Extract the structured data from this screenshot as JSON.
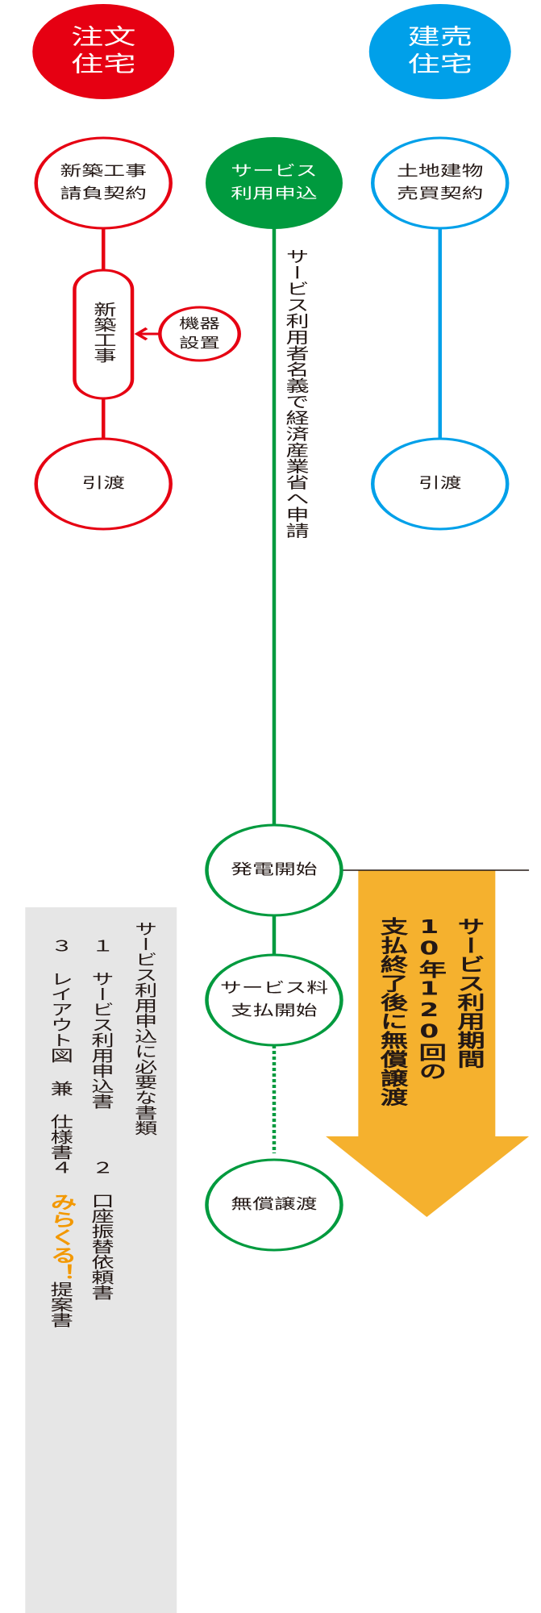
{
  "colors": {
    "red": "#E60012",
    "blue": "#00A0E9",
    "green": "#009A3E",
    "orange": "#F5B12E",
    "gray": "#E6E6E6",
    "mirakuru": "#F39800"
  },
  "headers": {
    "custom_line1": "注文",
    "custom_line2": "住宅",
    "spec_line1": "建売",
    "spec_line2": "住宅"
  },
  "custom_flow": {
    "contract_line1": "新築工事",
    "contract_line2": "請負契約",
    "construction": "新築工事",
    "equipment_line1": "機器",
    "equipment_line2": "設置",
    "handover": "引渡"
  },
  "spec_flow": {
    "contract_line1": "土地建物",
    "contract_line2": "売買契約",
    "handover": "引渡"
  },
  "service_flow": {
    "apply_line1": "サービス",
    "apply_line2": "利用申込",
    "application_note": "サービス利用者名義で経済産業省へ申請",
    "power_start": "発電開始",
    "payment_line1": "サービス料",
    "payment_line2": "支払開始",
    "transfer": "無償譲渡"
  },
  "period_arrow": {
    "line1": "サービス利用期間",
    "line2": "10年120回の",
    "line3": "支払終了後に無償譲渡"
  },
  "documents": {
    "title": "サービス利用申込に必要な書類",
    "item1": "１ サービス利用申込書",
    "item2": "２ 口座振替依頼書",
    "item3": "３ レイアウト図 兼 仕様書",
    "item4_num": "４ ",
    "item4_brand": "みらくる！",
    "item4_rest": "提案書"
  }
}
